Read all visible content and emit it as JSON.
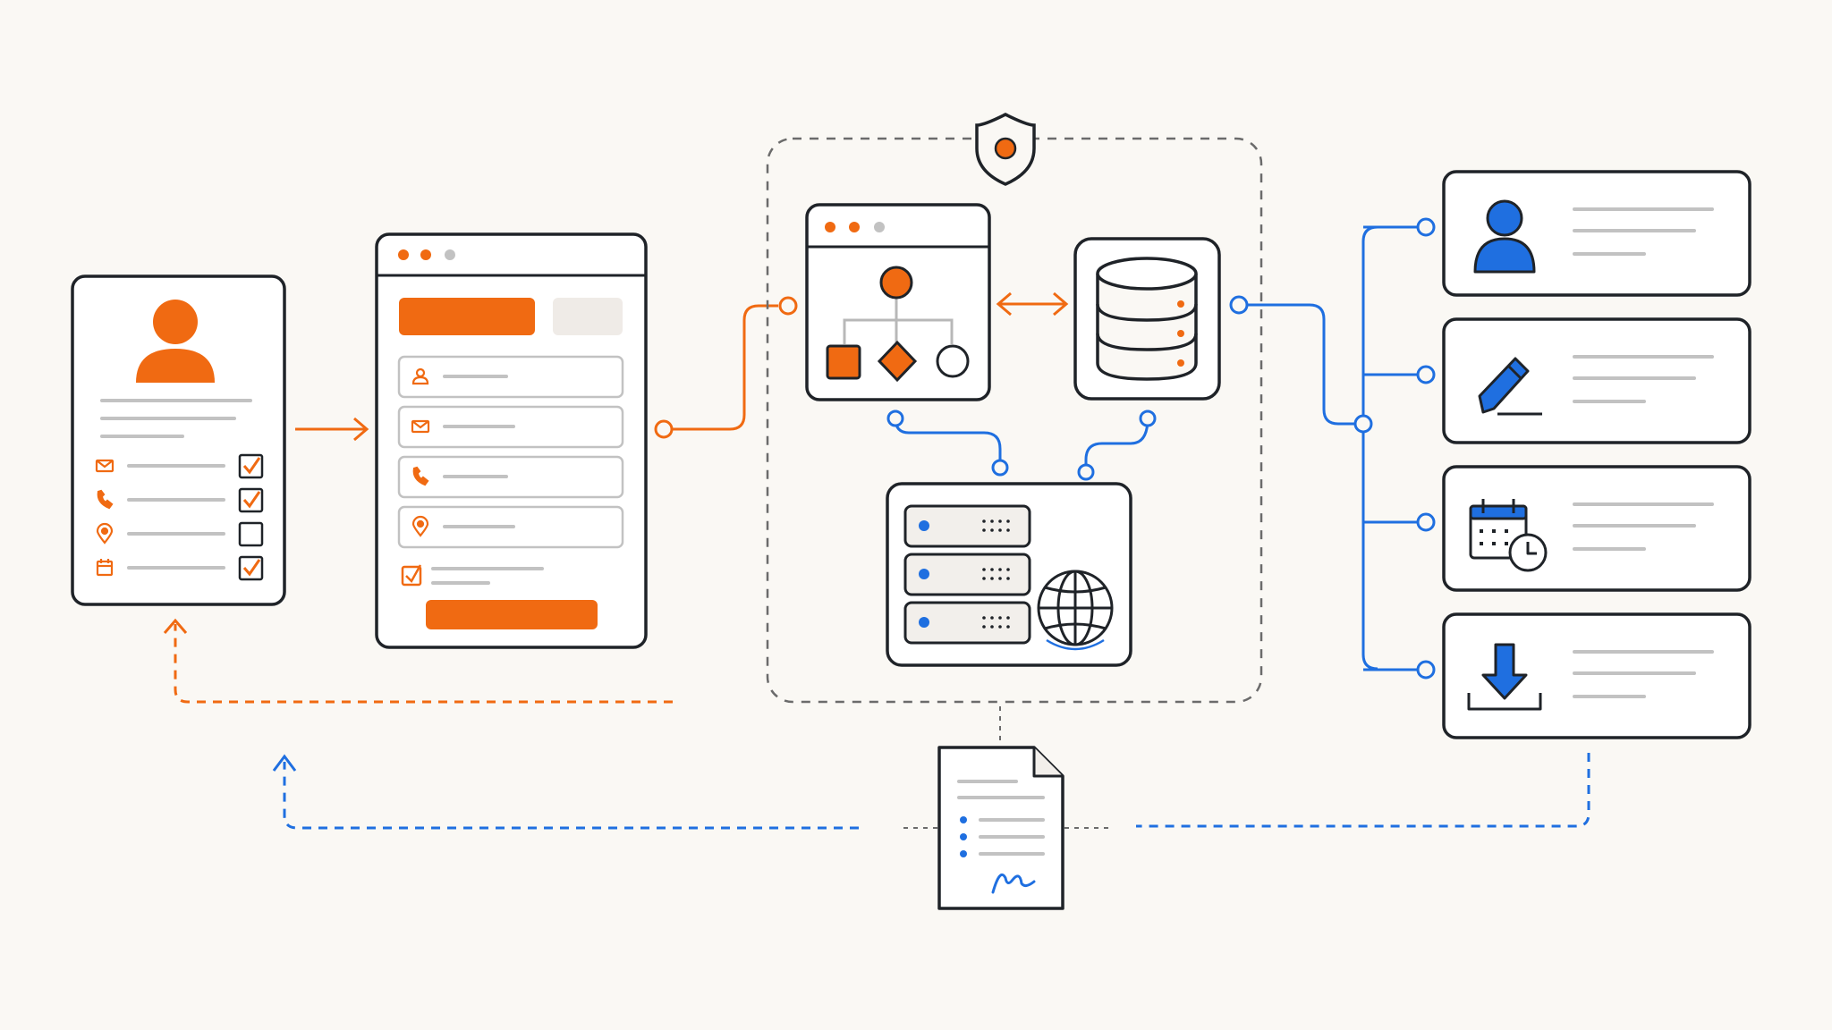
{
  "colors": {
    "background": "#faf8f4",
    "ink": "#1f2328",
    "orange": "#f06a12",
    "blue": "#1f6fe0",
    "gray_line": "#c2c2c2",
    "placeholder": "#efebe7",
    "dashed_gray": "#6b6b6b"
  },
  "profile_card": {
    "rows": [
      {
        "icon": "mail-icon",
        "checked": true
      },
      {
        "icon": "phone-icon",
        "checked": true
      },
      {
        "icon": "location-pin-icon",
        "checked": false
      },
      {
        "icon": "calendar-icon",
        "checked": true
      }
    ]
  },
  "form_window": {
    "fields": [
      {
        "icon": "user-icon"
      },
      {
        "icon": "mail-icon"
      },
      {
        "icon": "phone-icon"
      },
      {
        "icon": "location-pin-icon"
      }
    ],
    "consent_checked": true
  },
  "secure_zone": {
    "badge_icon": "shield-icon",
    "modules": [
      "workflow-window",
      "database",
      "server-globe"
    ]
  },
  "outputs": [
    {
      "icon": "user-icon"
    },
    {
      "icon": "pencil-edit-icon"
    },
    {
      "icon": "calendar-clock-icon"
    },
    {
      "icon": "download-icon"
    }
  ],
  "document": {
    "icon": "signed-document-icon"
  }
}
